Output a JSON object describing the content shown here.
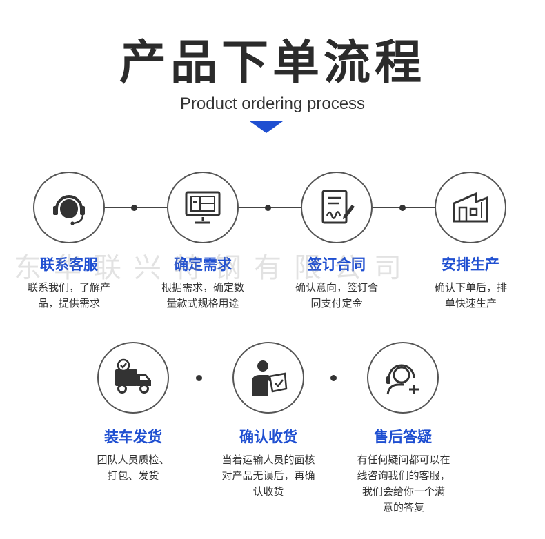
{
  "header": {
    "title": "产品下单流程",
    "subtitle": "Product ordering process"
  },
  "watermark": "东华联兴特钢有限公司",
  "accent_color": "#1f4fd1",
  "steps": [
    {
      "title": "联系客服",
      "desc": "联系我们，了解产\n品，提供需求",
      "icon": "headset-support-icon"
    },
    {
      "title": "确定需求",
      "desc": "根据需求，确定数\n量款式规格用途",
      "icon": "monitor-blueprint-icon"
    },
    {
      "title": "签订合同",
      "desc": "确认意向，签订合\n同支付定金",
      "icon": "contract-sign-icon"
    },
    {
      "title": "安排生产",
      "desc": "确认下单后，排\n单快速生产",
      "icon": "factory-icon"
    },
    {
      "title": "装车发货",
      "desc": "团队人员质检、\n打包、发货",
      "icon": "delivery-truck-icon"
    },
    {
      "title": "确认收货",
      "desc": "当着运输人员的面核\n对产品无误后，再确\n认收货",
      "icon": "person-checking-icon"
    },
    {
      "title": "售后答疑",
      "desc": "有任何疑问都可以在\n线咨询我们的客服，\n我们会给你一个满\n意的答复",
      "icon": "after-sales-support-icon"
    }
  ]
}
